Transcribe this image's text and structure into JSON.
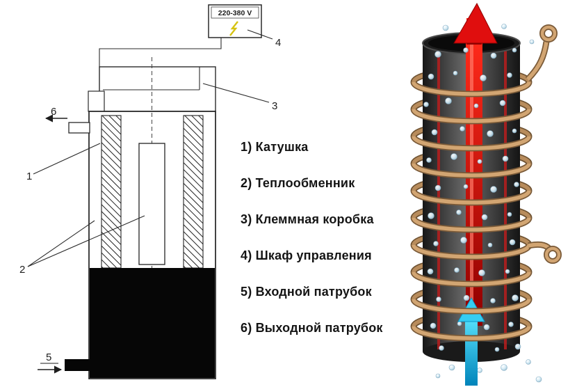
{
  "colors": {
    "copper": "#d2a572",
    "copper_dark": "#7a5a38",
    "red_arrow": "#d40000",
    "cyan_arrow": "#00b4e0",
    "diagram_ink": "#222222"
  },
  "schematic": {
    "control_box_label": "220-380 V",
    "callouts": {
      "n1": "1",
      "n2": "2",
      "n3": "3",
      "n4": "4",
      "n5": "5",
      "n6": "6"
    }
  },
  "legend": {
    "items": [
      {
        "text": "1) Катушка"
      },
      {
        "text": "2) Теплообменник"
      },
      {
        "text": "3) Клеммная коробка"
      },
      {
        "text": "4) Шкаф управления"
      },
      {
        "text": "5) Входной патрубок"
      },
      {
        "text": "6)  Выходной патрубок"
      }
    ]
  }
}
